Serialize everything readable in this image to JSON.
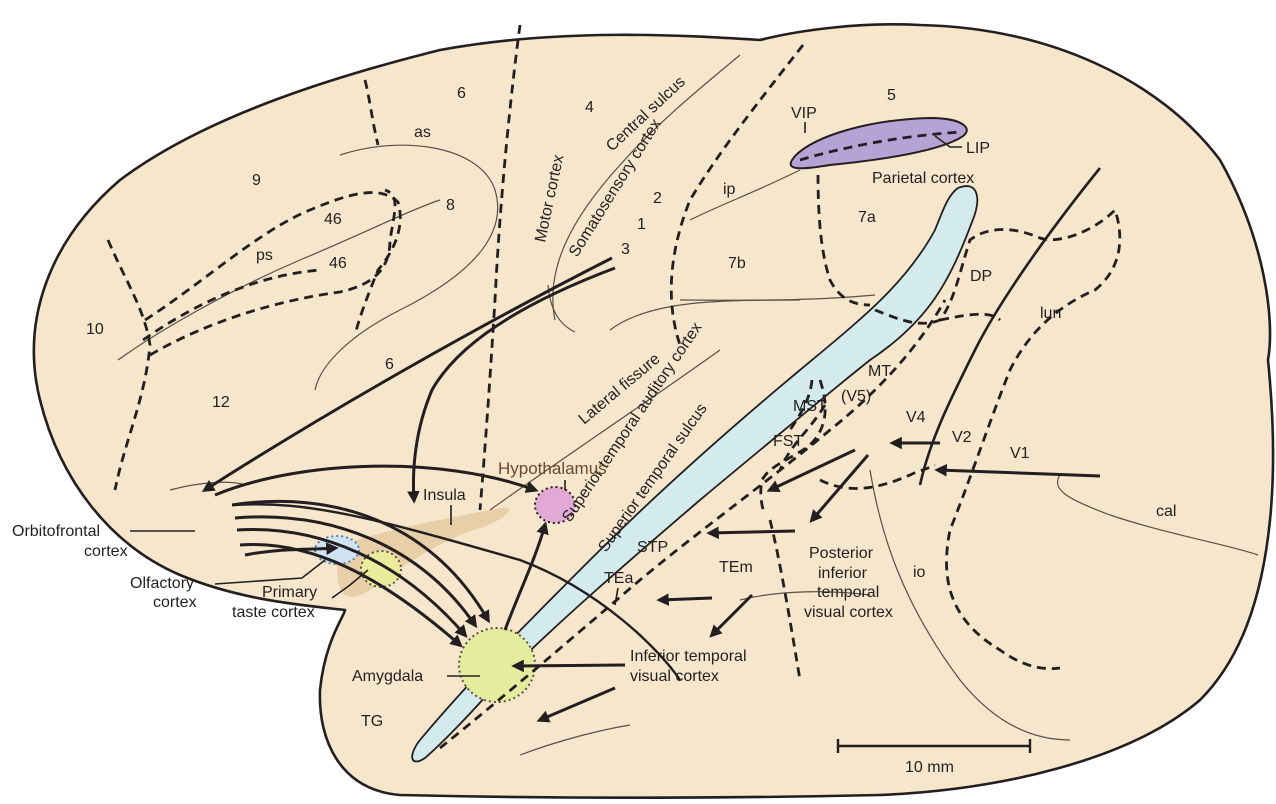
{
  "regions": {
    "area_6_top": "6",
    "area_4": "4",
    "central_sulcus": "Central sulcus",
    "somatosensory_cortex": "Somatosensory cortex",
    "motor_cortex": "Motor cortex",
    "as": "as",
    "area_9": "9",
    "area_46_top": "46",
    "area_46_bottom": "46",
    "area_8": "8",
    "ps": "ps",
    "area_10": "10",
    "area_12": "12",
    "area_6_bottom": "6",
    "area_2": "2",
    "area_1": "1",
    "area_3": "3",
    "ip": "ip",
    "area_5": "5",
    "vip": "VIP",
    "lip": "LIP",
    "parietal_cortex": "Parietal cortex",
    "area_7a": "7a",
    "area_7b": "7b",
    "dp": "DP",
    "lun": "lun",
    "lateral_fissure": "Lateral fissure",
    "superior_temporal_auditory_cortex": "Superior temporal auditory cortex",
    "superior_temporal_sulcus": "Superior temporal sulcus",
    "mt": "MT",
    "v5": "(V5)",
    "mst": "MST",
    "fst": "FST",
    "v4": "V4",
    "v2": "V2",
    "v1": "V1",
    "cal": "cal",
    "io": "io",
    "hypothalamus": "Hypothalamus",
    "insula": "Insula",
    "stp": "STP",
    "tea": "TEa",
    "tem": "TEm",
    "posterior_inferior_temporal_1": "Posterior",
    "posterior_inferior_temporal_2": "inferior",
    "posterior_inferior_temporal_3": "temporal",
    "posterior_inferior_temporal_4": "visual cortex",
    "orbitofrontal_1": "Orbitofrontal",
    "orbitofrontal_2": "cortex",
    "olfactory_1": "Olfactory",
    "olfactory_2": "cortex",
    "primary_taste_1": "Primary",
    "primary_taste_2": "taste cortex",
    "amygdala": "Amygdala",
    "inferior_temporal_1": "Inferior temporal",
    "inferior_temporal_2": "visual cortex",
    "tg": "TG"
  },
  "scale_bar": {
    "label": "10 mm"
  },
  "colors": {
    "brain_fill": "#f5e6cc",
    "sulcus_fill": "#d4ebee",
    "vip_lip_fill": "#b7a2d6",
    "hypothalamus_fill": "#e3a9d6",
    "olfactory_fill": "#cfe3f2",
    "taste_fill": "#eaec9b",
    "amygdala_fill": "#e4ec9d",
    "insula_fill": "#e8cfa7",
    "ink": "#231f20"
  }
}
